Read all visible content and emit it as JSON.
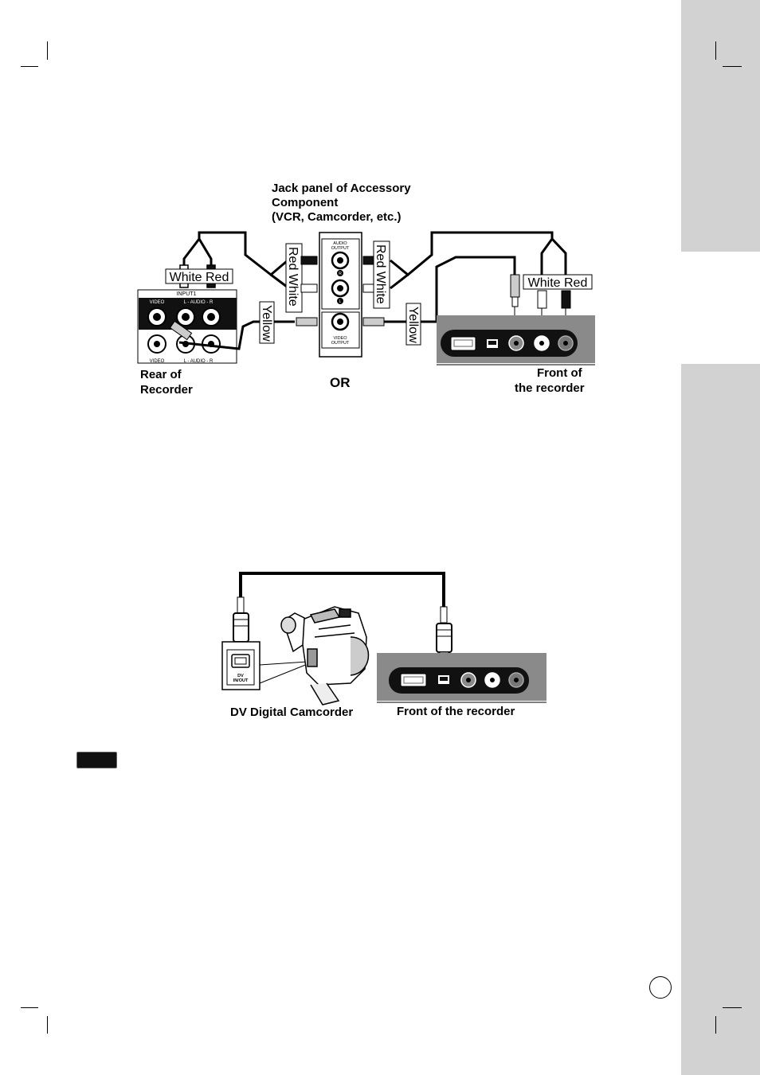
{
  "diagram1": {
    "accessory_caption": [
      "Jack panel of Accessory",
      "Component",
      "(VCR, Camcorder, etc.)"
    ],
    "rear_caption": [
      "Rear of",
      "Recorder"
    ],
    "front_caption": [
      "Front of",
      "the recorder"
    ],
    "or_label": "OR",
    "white_red_left": "White Red",
    "white_red_right": "White Red",
    "red_white_left": "Red White",
    "red_white_right": "Red White",
    "yellow_left": "Yellow",
    "yellow_right": "Yellow",
    "input1_label": "INPUT1",
    "video_label_top": "VIDEO",
    "audio_label_top": "L - AUDIO - R",
    "video_label_bottom": "VIDEO",
    "audio_label_bottom": "L - AUDIO - R",
    "audio_output_label": [
      "AUDIO",
      "OUTPUT"
    ],
    "video_output_label": [
      "VIDEO",
      "OUTPUT"
    ],
    "r_marker": "R",
    "l_marker": "L"
  },
  "diagram2": {
    "camcorder_caption": "DV Digital Camcorder",
    "front_caption": "Front of the recorder",
    "dv_label": [
      "DV",
      "IN/OUT"
    ]
  },
  "colors": {
    "side_tab": "#d2d2d2",
    "panel_gray": "#8a8a8a",
    "dark": "#111111"
  }
}
